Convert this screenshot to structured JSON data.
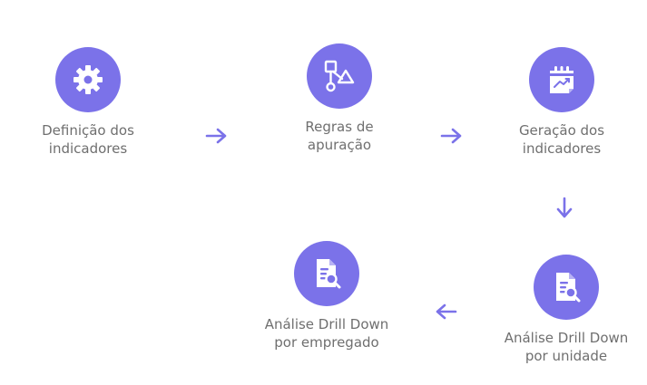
{
  "colors": {
    "accent": "#7b72e9",
    "text": "#6f6f6f"
  },
  "steps": [
    {
      "icon": "gear-icon",
      "line1": "Definição dos",
      "line2": "indicadores"
    },
    {
      "icon": "flowchart-icon",
      "line1": "Regras de",
      "line2": "apuração"
    },
    {
      "icon": "calendar-chart-icon",
      "line1": "Geração dos",
      "line2": "indicadores"
    },
    {
      "icon": "document-search-icon",
      "line1": "Análise Drill Down",
      "line2": "por unidade"
    },
    {
      "icon": "document-search-icon",
      "line1": "Análise Drill Down",
      "line2": "por empregado"
    }
  ]
}
